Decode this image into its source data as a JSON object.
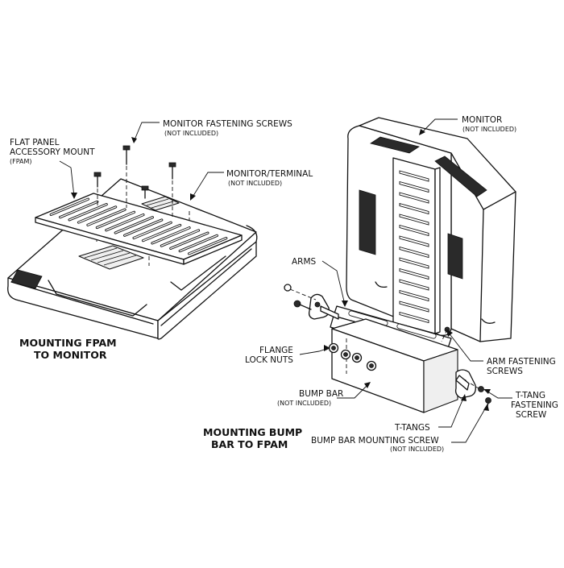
{
  "left_figure": {
    "caption_line1": "MOUNTING FPAM",
    "caption_line2": "TO MONITOR",
    "screws_label": "MONITOR FASTENING SCREWS",
    "screws_note": "(NOT INCLUDED)",
    "fpam_label_line1": "FLAT PANEL",
    "fpam_label_line2": "ACCESSORY MOUNT",
    "fpam_label_line3": "(FPAM)",
    "terminal_label": "MONITOR/TERMINAL",
    "terminal_note": "(NOT INCLUDED)"
  },
  "right_figure": {
    "caption_line1": "MOUNTING BUMP",
    "caption_line2": "BAR TO FPAM",
    "monitor_label": "MONITOR",
    "monitor_note": "(NOT INCLUDED)",
    "arms_label": "ARMS",
    "flange_label_line1": "FLANGE",
    "flange_label_line2": "LOCK NUTS",
    "arm_screws_label_line1": "ARM FASTENING",
    "arm_screws_label_line2": "SCREWS",
    "bump_bar_label": "BUMP BAR",
    "bump_bar_note": "(NOT INCLUDED)",
    "ttang_screw_label_line1": "T-TANG",
    "ttang_screw_label_line2": "FASTENING",
    "ttang_screw_label_line3": "SCREW",
    "ttangs_label": "T-TANGS",
    "bump_screw_label": "BUMP BAR MOUNTING SCREW",
    "bump_screw_note": "(NOT INCLUDED)"
  }
}
